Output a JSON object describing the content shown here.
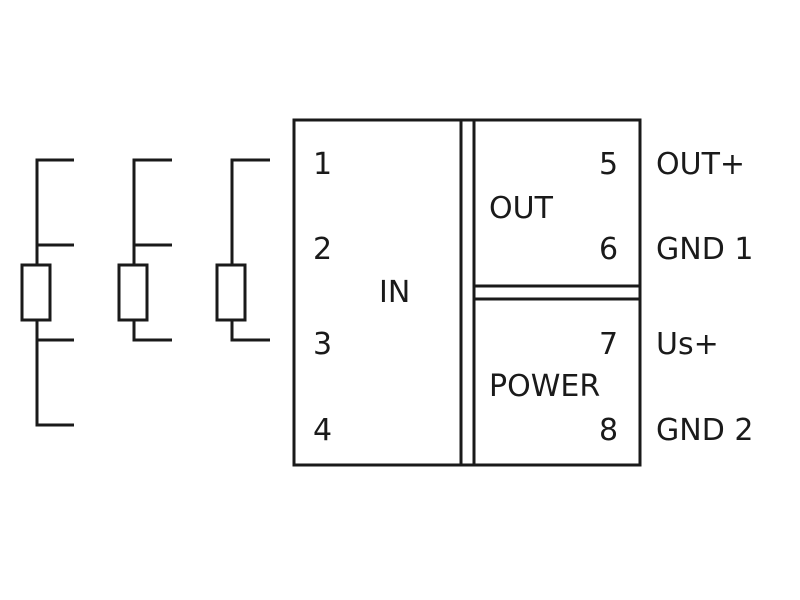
{
  "colors": {
    "line": "#1a1a1a",
    "background": "#ffffff"
  },
  "terminals": {
    "t1": "1",
    "t2": "2",
    "t3": "3",
    "t4": "4",
    "t5": "5",
    "t6": "6",
    "t7": "7",
    "t8": "8"
  },
  "sections": {
    "in": "IN",
    "out": "OUT",
    "power": "POWER"
  },
  "external": {
    "out_plus": "OUT+",
    "gnd1": "GND 1",
    "us_plus": "Us+",
    "gnd2": "GND 2"
  },
  "resistor_variants": [
    "4-wire",
    "3-wire",
    "2-wire"
  ]
}
